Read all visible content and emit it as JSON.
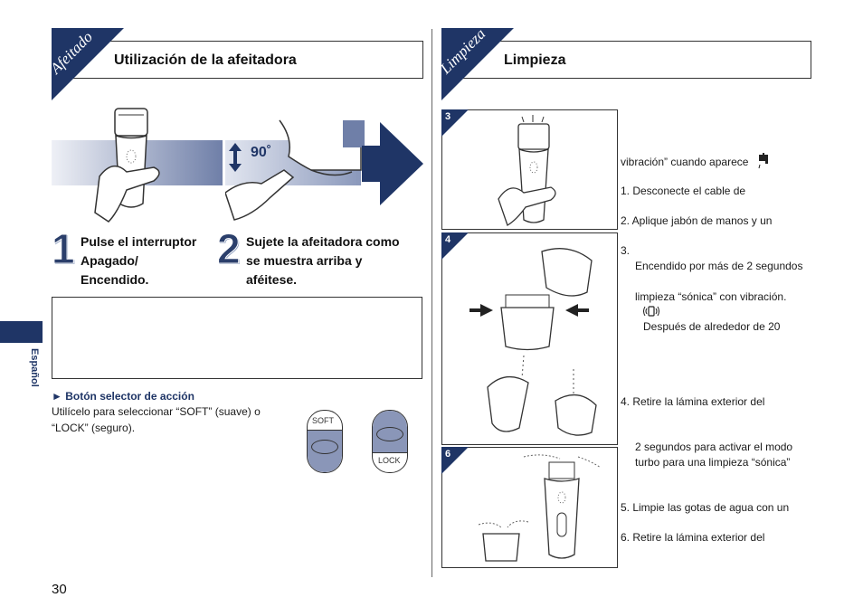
{
  "left": {
    "tab_label": "Afeitado",
    "section_title": "Utilización de la afeitadora",
    "angle_label": "90˚",
    "steps": [
      {
        "number": "1",
        "text_lines": [
          "Pulse el interruptor",
          "Apagado/",
          "Encendido."
        ]
      },
      {
        "number": "2",
        "text_lines": [
          "Sujete la afeitadora como",
          "se muestra arriba y",
          "aféitese."
        ]
      }
    ],
    "selector": {
      "title": "► Botón selector de acción",
      "desc_lines": [
        "Utilícelo para seleccionar “SOFT” (suave) o",
        "“LOCK” (seguro)."
      ],
      "soft_label": "SOFT",
      "lock_label": "LOCK"
    },
    "side_tab": "Español",
    "page_number": "30"
  },
  "right": {
    "tab_label": "Limpieza",
    "section_title": "Limpieza",
    "figure_badges": [
      "3",
      "4",
      "6"
    ],
    "lines": [
      "vibración” cuando aparece",
      "1.  Desconecte el cable de",
      "2.  Aplique jabón de manos y un",
      "3.",
      "Encendido por más de 2 segundos",
      "limpieza “sónica” con vibración.",
      "Después de alrededor de 20",
      "4.  Retire la lámina exterior del",
      "2 segundos para activar el modo",
      "turbo para una limpieza “sónica”",
      "5.  Limpie las gotas de agua con un",
      "6.  Retire la lámina exterior del"
    ]
  },
  "colors": {
    "navy": "#1f3566",
    "band_light": "#dde1ee",
    "band_dark": "#6f7fa8"
  }
}
